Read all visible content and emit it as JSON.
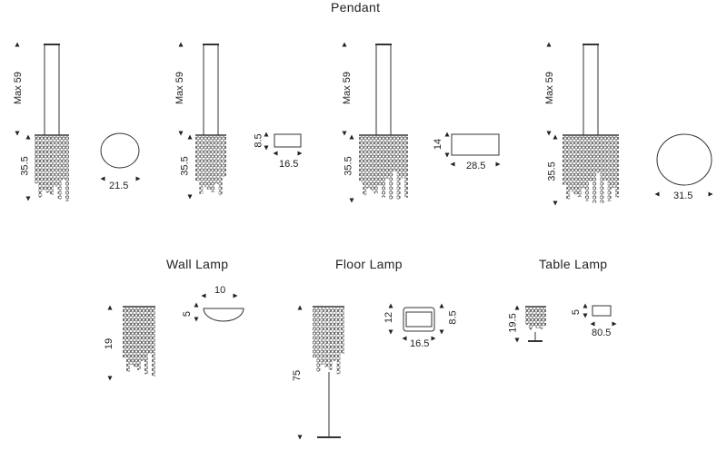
{
  "sections": {
    "pendant": "Pendant",
    "wall": "Wall Lamp",
    "floor": "Floor Lamp",
    "table": "Table Lamp"
  },
  "pendant_1": {
    "max": "Max 59",
    "height": "35.5",
    "diameter": "21.5"
  },
  "pendant_2": {
    "max": "Max 59",
    "height": "35.5",
    "depth": "8.5",
    "width": "16.5"
  },
  "pendant_3": {
    "max": "Max 59",
    "height": "35.5",
    "depth": "14",
    "width": "28.5"
  },
  "pendant_4": {
    "max": "Max 59",
    "height": "35.5",
    "diameter": "31.5"
  },
  "wall_lamp": {
    "height": "19",
    "width": "10",
    "depth": "5"
  },
  "floor_lamp": {
    "height": "75",
    "depth_left": "12",
    "depth_right": "8.5",
    "width": "16.5"
  },
  "table_lamp": {
    "height": "19.5",
    "depth": "5",
    "width": "80.5"
  }
}
